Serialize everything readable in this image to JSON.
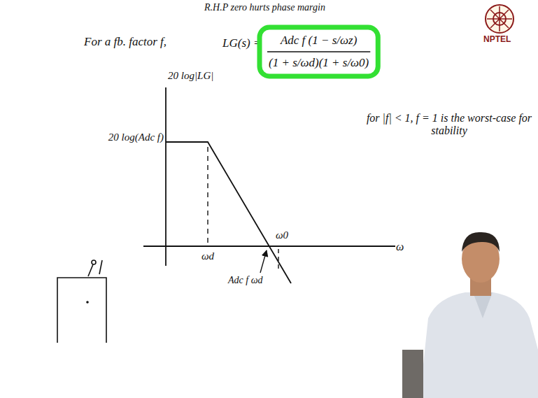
{
  "diagram": {
    "title": "R.H.P zero hurts phase margin",
    "nodes": [
      {
        "text": [
          "Adc f (1 − s/ωz)",
          "(1 + s/ωd)(1 + s/ω0)"
        ]
      }
    ],
    "labels": [
      "For a fb. factor f,",
      "LG(s) =",
      "20 log|LG|",
      "20 log(Adc f)",
      "ωd",
      "ω0",
      "ω",
      "Adc f ωd",
      "for |f| < 1, f = 1 is the worst-case for stability",
      "NPTEL"
    ]
  }
}
